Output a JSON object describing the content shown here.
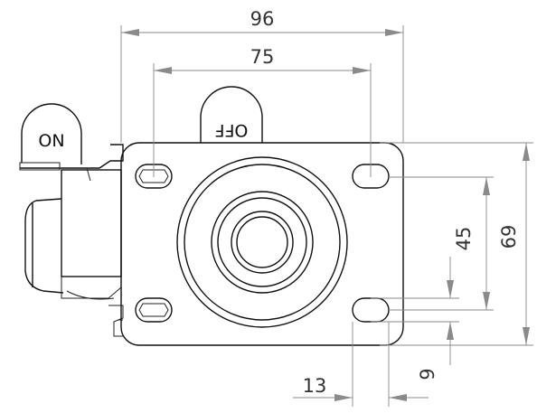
{
  "labels": {
    "brake_on": "ON",
    "brake_off": "OFF"
  },
  "dimensions": {
    "overall_width": "96",
    "hole_spacing_width": "75",
    "overall_height": "69",
    "hole_spacing_height": "45",
    "slot_length": "13",
    "slot_width": "9"
  },
  "colors": {
    "outline": "#111111",
    "dimension": "#8a8a8a"
  }
}
